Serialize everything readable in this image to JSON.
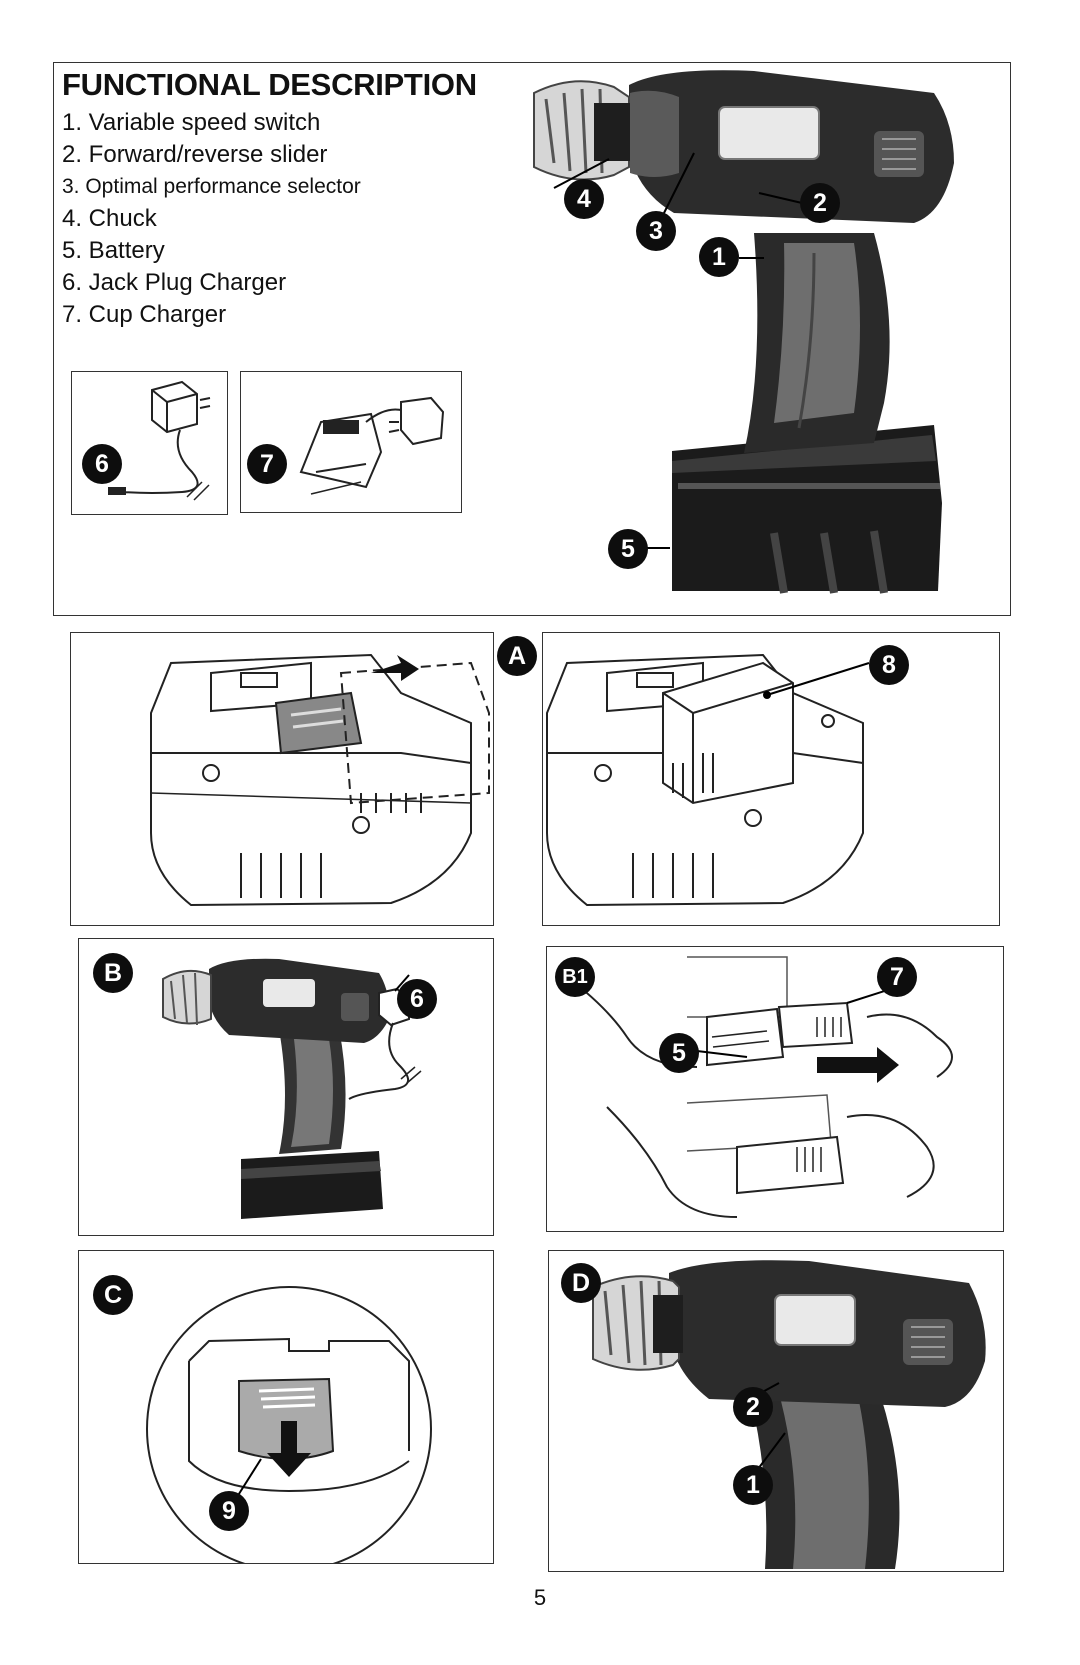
{
  "functional_description": {
    "title": "FUNCTIONAL DESCRIPTION",
    "items": [
      "1. Variable speed switch",
      "2. Forward/reverse slider",
      "3. Optimal performance selector",
      "4. Chuck",
      "5. Battery",
      "6. Jack Plug Charger",
      "7. Cup Charger"
    ]
  },
  "callouts": {
    "drill_main": [
      "4",
      "3",
      "2",
      "1",
      "5"
    ],
    "jack_plug": "6",
    "cup_charger": "7",
    "battery_right": "8",
    "fig_b_charger": "6",
    "fig_b1_cup": "7",
    "fig_b1_battery": "5",
    "fig_c_release": "9",
    "fig_d": [
      "2",
      "1"
    ]
  },
  "figure_labels": {
    "a": "A",
    "b": "B",
    "b1": "B1",
    "c": "C",
    "d": "D"
  },
  "page_number": "5"
}
